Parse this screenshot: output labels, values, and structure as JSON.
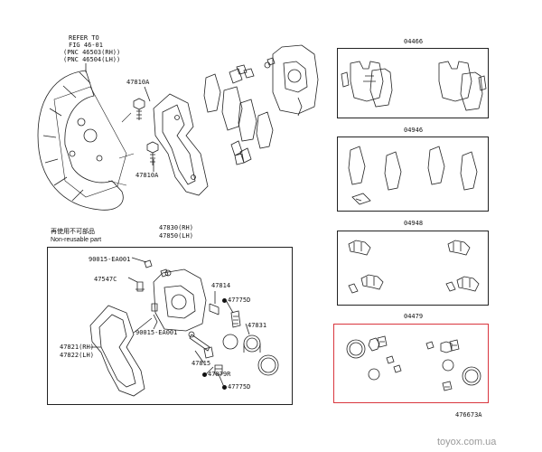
{
  "refer": {
    "line1": "REFER TO",
    "line2": "FIG 46-01",
    "line3": "(PNC 46503(RH))",
    "line4": "(PNC 46504(LH))"
  },
  "labels": {
    "p47810a_top": "47810A",
    "p47810a_bottom": "47810A",
    "nonreuse_jp": "再使用不可部品",
    "nonreuse_en": "Non-reusable part",
    "p47830": "47830(RH)",
    "p47850": "47850(LH)",
    "p90015_a": "90015-EA001",
    "p90015_b": "90015-EA001",
    "p47547c": "47547C",
    "p47814": "47814",
    "p47775d_a": "47775D",
    "p47775d_b": "47775D",
    "p47831": "47831",
    "p47821": "47821(RH)",
    "p47822": "47822(LH)",
    "p47815": "47815",
    "p47879r": "47879R"
  },
  "kits": [
    {
      "code": "04466",
      "highlight": false
    },
    {
      "code": "04946",
      "highlight": false
    },
    {
      "code": "04948",
      "highlight": false
    },
    {
      "code": "04479",
      "highlight": true
    }
  ],
  "figure_id": "476673A",
  "watermark": "toyox.com.ua",
  "colors": {
    "line": "#222222",
    "highlight": "#d9363e",
    "watermark": "#9a9a9a"
  }
}
